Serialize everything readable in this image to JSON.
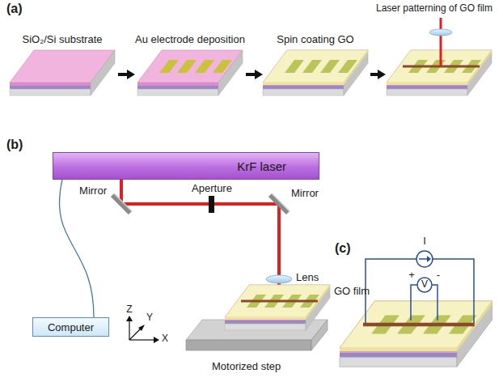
{
  "diagram": {
    "nodes": [
      {
        "text": [
          "KrF laser"
        ]
      },
      {
        "text": [
          "Computer"
        ]
      }
    ],
    "edges": [
      {
        "from": 0,
        "to": 1,
        "arrow": "none"
      }
    ],
    "labels": [
      "(a)",
      "SiO₂/Si substrate",
      "Au electrode deposition",
      "Spin coating GO",
      "Laser patterning of GO film",
      "(b)",
      "Mirror",
      "Aperture",
      "Mirror",
      "Lens",
      "GO film",
      "Z",
      "Y",
      "X",
      "Motorized step",
      "(c)",
      "I",
      "+",
      "V",
      "-"
    ]
  }
}
